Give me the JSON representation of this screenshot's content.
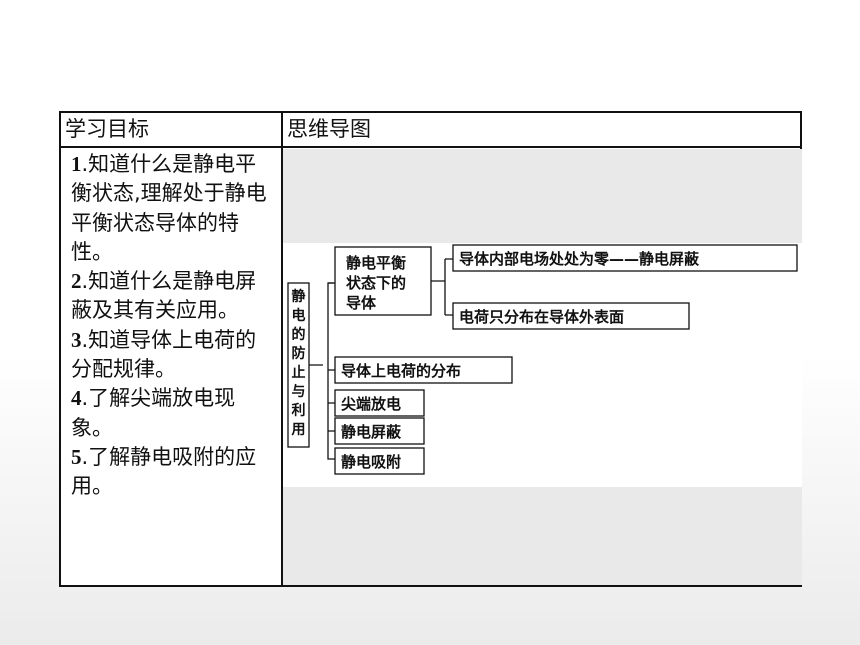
{
  "header": {
    "col1": "学习目标",
    "col2": "思维导图"
  },
  "goals": [
    {
      "num": "1",
      "text": ".知道什么是静电平衡状态,理解处于静电平衡状态导体的特性。"
    },
    {
      "num": "2",
      "text": ".知道什么是静电屏蔽及其有关应用。"
    },
    {
      "num": "3",
      "text": ".知道导体上电荷的分配规律。"
    },
    {
      "num": "4",
      "text": ".了解尖端放电现象。"
    },
    {
      "num": "5",
      "text": ".了解静电吸附的应用。"
    }
  ],
  "mindmap": {
    "root": [
      "静",
      "电",
      "的",
      "防",
      "止",
      "与",
      "利",
      "用"
    ],
    "branch1": [
      "静电平衡",
      "状态下的",
      "导体"
    ],
    "branch1_children": [
      "导体内部电场处处为零——静电屏蔽",
      "电荷只分布在导体外表面"
    ],
    "branch2": "导体上电荷的分布",
    "branch3": "尖端放电",
    "branch4": "静电屏蔽",
    "branch5": "静电吸附"
  }
}
